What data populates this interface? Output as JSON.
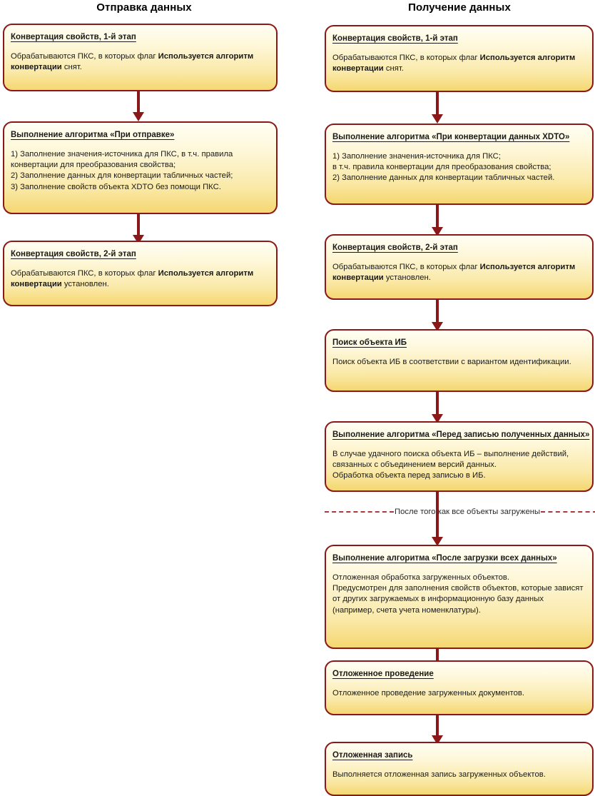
{
  "diagram": {
    "type": "flowchart",
    "columns": [
      {
        "id": "send",
        "title": "Отправка данных",
        "nodes": [
          {
            "id": "send-convert-stage1",
            "title": "Конвертация свойств, 1-й этап",
            "lines": [
              [
                {
                  "t": "Обрабатываются ПКС, в которых флаг ",
                  "b": false
                },
                {
                  "t": "Используется алгоритм конвертации",
                  "b": true
                },
                {
                  "t": " снят.",
                  "b": false
                }
              ]
            ]
          },
          {
            "id": "send-algorithm-on-send",
            "title": "Выполнение алгоритма «При отправке»",
            "lines": [
              [
                {
                  "t": "1) Заполнение значения-источника для ПКС, в т.ч. правила конвертации для преобразования свойства;",
                  "b": false
                }
              ],
              [
                {
                  "t": "2) Заполнение данных для конвертации табличных частей;",
                  "b": false
                }
              ],
              [
                {
                  "t": "3) Заполнение свойств объекта XDTO без помощи ПКС.",
                  "b": false
                }
              ]
            ]
          },
          {
            "id": "send-convert-stage2",
            "title": "Конвертация свойств, 2-й этап",
            "lines": [
              [
                {
                  "t": "Обрабатываются ПКС, в которых флаг ",
                  "b": false
                },
                {
                  "t": "Используется алгоритм конвертации",
                  "b": true
                },
                {
                  "t": " установлен.",
                  "b": false
                }
              ]
            ]
          }
        ]
      },
      {
        "id": "receive",
        "title": "Получение данных",
        "nodes": [
          {
            "id": "receive-convert-stage1",
            "title": "Конвертация свойств, 1-й этап",
            "lines": [
              [
                {
                  "t": "Обрабатываются ПКС, в которых флаг ",
                  "b": false
                },
                {
                  "t": "Используется алгоритм конвертации",
                  "b": true
                },
                {
                  "t": " снят.",
                  "b": false
                }
              ]
            ]
          },
          {
            "id": "receive-algorithm-xdto-convert",
            "title": "Выполнение алгоритма «При конвертации данных XDTO»",
            "lines": [
              [
                {
                  "t": "1) Заполнение значения-источника для ПКС;",
                  "b": false
                }
              ],
              [
                {
                  "t": "в т.ч. правила конвертации для преобразования свойства;",
                  "b": false
                }
              ],
              [
                {
                  "t": "2) Заполнение данных для конвертации табличных частей.",
                  "b": false
                }
              ]
            ]
          },
          {
            "id": "receive-convert-stage2",
            "title": "Конвертация свойств, 2-й этап",
            "lines": [
              [
                {
                  "t": "Обрабатываются ПКС, в которых флаг ",
                  "b": false
                },
                {
                  "t": "Используется алгоритм конвертации",
                  "b": true
                },
                {
                  "t": " установлен.",
                  "b": false
                }
              ]
            ]
          },
          {
            "id": "receive-search-object",
            "title": "Поиск объекта ИБ",
            "lines": [
              [
                {
                  "t": "Поиск объекта ИБ в соответствии с вариантом идентификации.",
                  "b": false
                }
              ]
            ]
          },
          {
            "id": "receive-algorithm-before-write",
            "title": "Выполнение алгоритма «Перед записью полученных данных»",
            "lines": [
              [
                {
                  "t": "В случае удачного поиска объекта ИБ – выполнение действий, связанных с объединением версий данных.",
                  "b": false
                }
              ],
              [
                {
                  "t": "Обработка объекта перед записью в ИБ.",
                  "b": false
                }
              ]
            ]
          },
          {
            "id": "receive-algorithm-after-all-loaded",
            "title": "Выполнение алгоритма «После загрузки всех данных»",
            "lines": [
              [
                {
                  "t": "Отложенная обработка загруженных объектов.",
                  "b": false
                }
              ],
              [
                {
                  "t": "Предусмотрен для заполнения свойств объектов, которые зависят от других загружаемых в информационную базу данных (например, счета учета номенклатуры).",
                  "b": false
                }
              ]
            ]
          },
          {
            "id": "receive-deferred-posting",
            "title": "Отложенное проведение",
            "lines": [
              [
                {
                  "t": "Отложенное проведение загруженных документов.",
                  "b": false
                }
              ]
            ]
          },
          {
            "id": "receive-deferred-write",
            "title": "Отложенная запись",
            "lines": [
              [
                {
                  "t": "Выполняется отложенная запись загруженных объектов.",
                  "b": false
                }
              ]
            ]
          }
        ]
      }
    ],
    "separator": {
      "id": "after-all-objects-loaded",
      "label": "После того как все объекты загружены"
    },
    "colors": {
      "border": "#8A1818",
      "arrow": "#8A1818",
      "separator_line": "#A83A3A",
      "box_gradient_top": "#FFFEF4",
      "box_gradient_bottom": "#F5D771",
      "text": "#1a1a1a",
      "title_text": "#000000"
    }
  }
}
